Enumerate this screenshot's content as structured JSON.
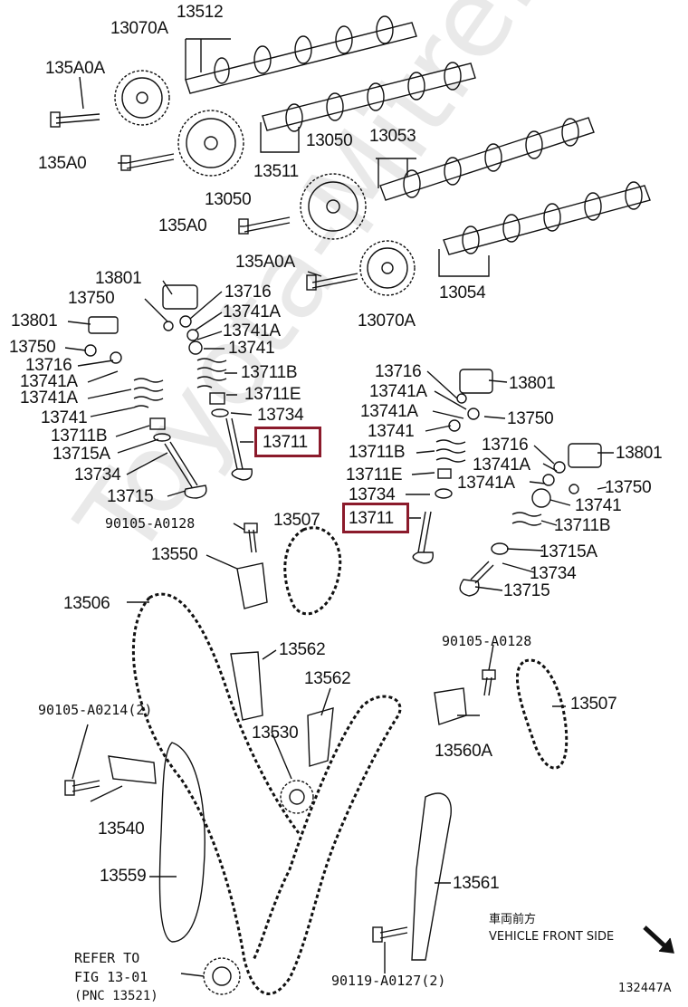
{
  "watermark": "Toyota-Mitre.ru",
  "highlight_color": "#8b1a2b",
  "parts": {
    "p13512": "13512",
    "p13070A_top": "13070A",
    "p135A0A_top": "135A0A",
    "p135A0_top": "135A0",
    "p13050_a": "13050",
    "p13053": "13053",
    "p13511": "13511",
    "p13050_b": "13050",
    "p135A0_mid": "135A0",
    "p135A0A_mid": "135A0A",
    "p13054": "13054",
    "p13070A_bot": "13070A",
    "p13801_l1": "13801",
    "p13750_l1": "13750",
    "p13716_l1": "13716",
    "p13741A_l1": "13741A",
    "p13741A_l2": "13741A",
    "p13801_l2": "13801",
    "p13741_l1": "13741",
    "p13750_l2": "13750",
    "p13711B_l1": "13711B",
    "p13716_l2": "13716",
    "p13711E_l1": "13711E",
    "p13741A_l3": "13741A",
    "p13741A_l4": "13741A",
    "p13734_l1": "13734",
    "p13741_l2": "13741",
    "p13711_l": "13711",
    "p13711B_l2": "13711B",
    "p13715A_l": "13715A",
    "p13734_l2": "13734",
    "p13715_l": "13715",
    "p13716_r1": "13716",
    "p13801_r1": "13801",
    "p13741A_r1": "13741A",
    "p13741A_r2": "13741A",
    "p13750_r1": "13750",
    "p13741_r1": "13741",
    "p13716_r2": "13716",
    "p13801_r2": "13801",
    "p13711B_r1": "13711B",
    "p13741A_r3": "13741A",
    "p13741A_r4": "13741A",
    "p13750_r2": "13750",
    "p13711E_r": "13711E",
    "p13741_r2": "13741",
    "p13734_r1": "13734",
    "p13711_r": "13711",
    "p13711B_r2": "13711B",
    "p13715A_r": "13715A",
    "p13734_r2": "13734",
    "p13715_r": "13715",
    "p90105_A0128_a": "90105-A0128",
    "p13507_a": "13507",
    "p13550": "13550",
    "p13506": "13506",
    "p13562_a": "13562",
    "p90105_A0128_b": "90105-A0128",
    "p13562_b": "13562",
    "p90105_A0214": "90105-A0214(2)",
    "p13507_b": "13507",
    "p13530": "13530",
    "p13560A": "13560A",
    "p13540": "13540",
    "p13559": "13559",
    "p13561": "13561",
    "p90119_A0127": "90119-A0127(2)"
  },
  "notes": {
    "refer_line1": "REFER TO",
    "refer_line2": "FIG 13-01",
    "refer_line3": "(PNC 13521)",
    "front_jp": "車両前方",
    "front_en": "VEHICLE FRONT SIDE",
    "drawing_id": "132447A"
  }
}
